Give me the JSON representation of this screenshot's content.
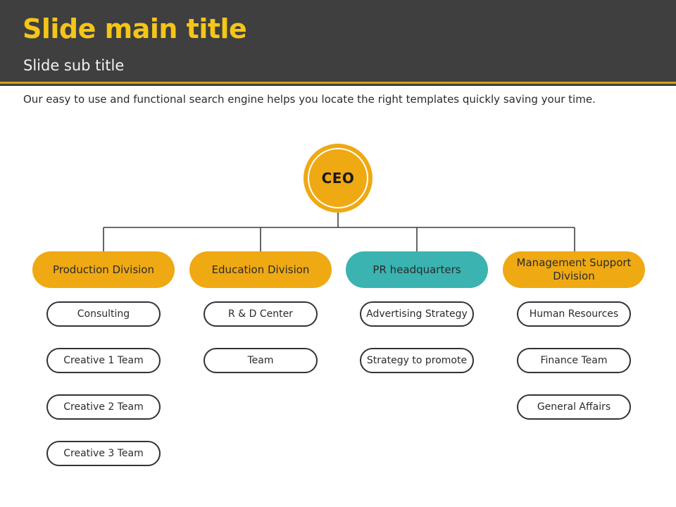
{
  "header": {
    "title": "Slide main title",
    "subtitle": "Slide sub title",
    "accent_color": "#f5c518",
    "background_color": "#3f3f3f",
    "rule_color": "#d4a017"
  },
  "description": "Our easy to use and functional search engine  helps you locate the right templates quickly saving your time.",
  "chart_data": {
    "type": "diagram",
    "title": "Organization chart",
    "root": {
      "label": "CEO",
      "shape": "circle",
      "fill": "#efa913",
      "ring": "#ffffff"
    },
    "columns": [
      {
        "division": {
          "label": "Production Division",
          "fill": "#efa913",
          "highlighted": false
        },
        "children": [
          "Consulting",
          "Creative 1 Team",
          "Creative 2 Team",
          "Creative 3 Team"
        ]
      },
      {
        "division": {
          "label": "Education Division",
          "fill": "#efa913",
          "highlighted": false
        },
        "children": [
          "R & D Center",
          "Team"
        ]
      },
      {
        "division": {
          "label": "PR headquarters",
          "fill": "#3ab3b1",
          "highlighted": true
        },
        "children": [
          "Advertising Strategy",
          "Strategy to promote"
        ]
      },
      {
        "division": {
          "label": "Management Support Division",
          "fill": "#efa913",
          "highlighted": false
        },
        "children": [
          "Human Resources",
          "Finance Team",
          "General Affairs"
        ]
      }
    ],
    "connector_color": "#3f3f3f",
    "subitem_border_color": "#333333"
  }
}
